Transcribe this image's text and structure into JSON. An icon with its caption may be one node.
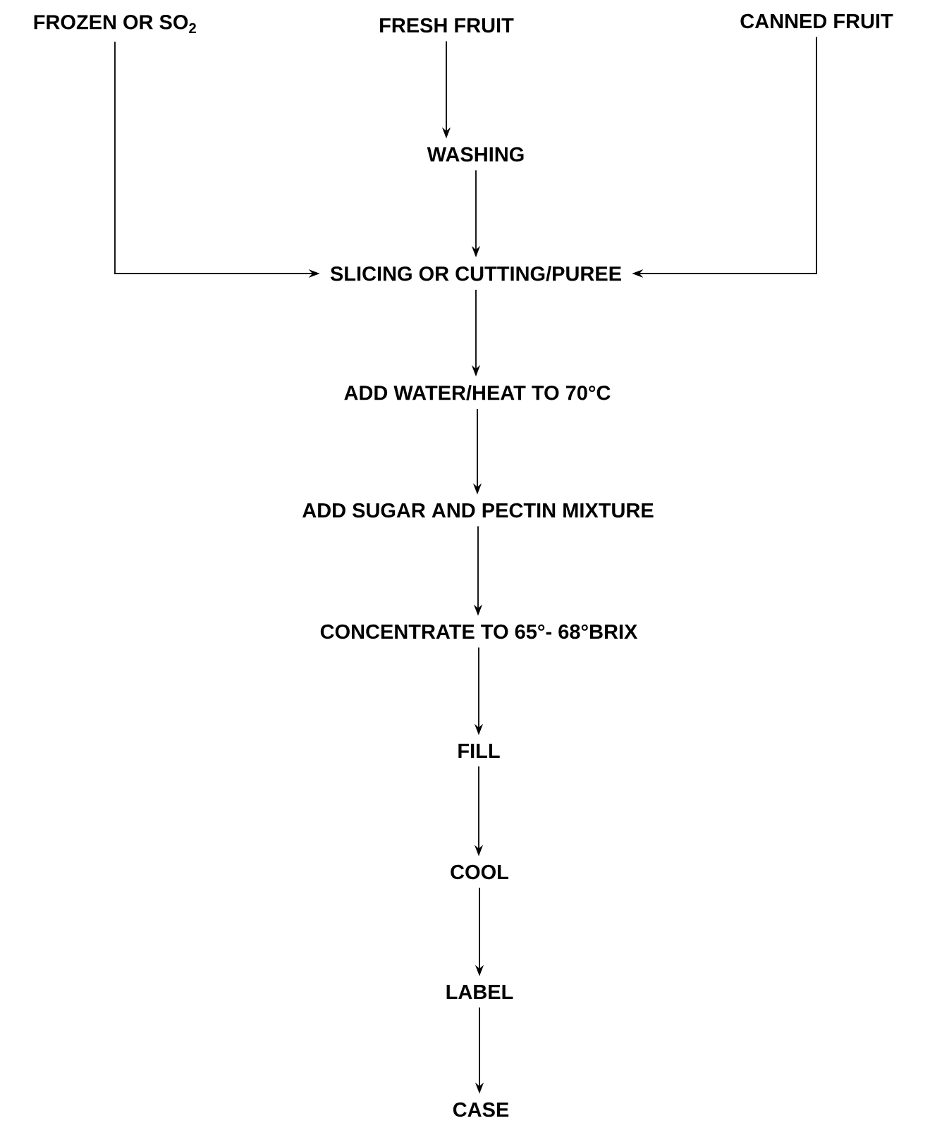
{
  "diagram": {
    "nodes": [
      {
        "text": [
          "FROZEN OR SO$_{2}$"
        ]
      },
      {
        "text": [
          "FRESH FRUIT"
        ]
      },
      {
        "text": [
          "CANNED FRUIT"
        ]
      },
      {
        "text": [
          "WASHING"
        ]
      },
      {
        "text": [
          "SLICING OR CUTTING/PUREE"
        ]
      },
      {
        "text": [
          "ADD WATER/HEAT TO 70°C"
        ]
      },
      {
        "text": [
          "ADD SUGAR AND PECTIN MIXTURE"
        ]
      },
      {
        "text": [
          "CONCENTRATE TO 65°- 68°BRIX"
        ]
      },
      {
        "text": [
          "FILL"
        ]
      },
      {
        "text": [
          "COOL"
        ]
      },
      {
        "text": [
          "LABEL"
        ]
      },
      {
        "text": [
          "CASE"
        ]
      }
    ],
    "edges": [
      {
        "from": 1,
        "to": 3,
        "arrow": "to"
      },
      {
        "from": 3,
        "to": 4,
        "arrow": "to"
      },
      {
        "from": 0,
        "to": 4,
        "arrow": "to"
      },
      {
        "from": 2,
        "to": 4,
        "arrow": "to"
      },
      {
        "from": 4,
        "to": 5,
        "arrow": "to"
      },
      {
        "from": 5,
        "to": 6,
        "arrow": "to"
      },
      {
        "from": 6,
        "to": 7,
        "arrow": "to"
      },
      {
        "from": 7,
        "to": 8,
        "arrow": "to"
      },
      {
        "from": 8,
        "to": 9,
        "arrow": "to"
      },
      {
        "from": 9,
        "to": 10,
        "arrow": "to"
      },
      {
        "from": 10,
        "to": 11,
        "arrow": "to"
      }
    ]
  }
}
